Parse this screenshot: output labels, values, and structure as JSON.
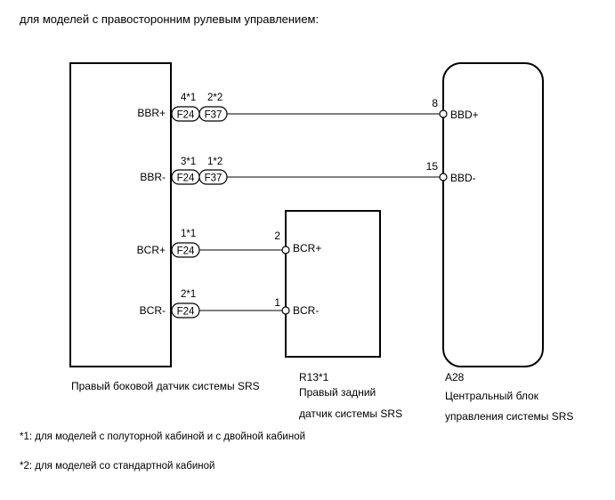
{
  "header": {
    "title": "для моделей с правосторонним рулевым управлением:"
  },
  "components": {
    "left": {
      "label": "Правый боковой датчик системы SRS",
      "pins": [
        "BBR+",
        "BBR-",
        "BCR+",
        "BCR-"
      ]
    },
    "middle": {
      "code": "R13*1",
      "label_line1": "Правый задний",
      "label_line2": "датчик системы SRS",
      "pins": [
        "BCR+",
        "BCR-"
      ],
      "pin_numbers": [
        "2",
        "1"
      ]
    },
    "right": {
      "code": "A28",
      "label_line1": "Центральный блок",
      "label_line2": "управления системы SRS",
      "pins": [
        "BBD+",
        "BBD-"
      ],
      "pin_numbers": [
        "8",
        "15"
      ]
    }
  },
  "wires": [
    {
      "connectors": [
        "F24",
        "F37"
      ],
      "pin_labels": [
        "4*1",
        "2*2"
      ]
    },
    {
      "connectors": [
        "F24",
        "F37"
      ],
      "pin_labels": [
        "3*1",
        "1*2"
      ]
    },
    {
      "connectors": [
        "F24"
      ],
      "pin_labels": [
        "1*1"
      ]
    },
    {
      "connectors": [
        "F24"
      ],
      "pin_labels": [
        "2*1"
      ]
    }
  ],
  "footnotes": [
    "*1: для моделей с полуторной кабиной и с двойной кабиной",
    "*2: для моделей со стандартной кабиной"
  ]
}
